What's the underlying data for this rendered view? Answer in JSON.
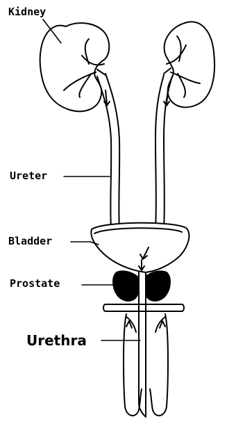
{
  "labels": {
    "kidney": "Kidney",
    "ureter": "Ureter",
    "bladder": "Bladder",
    "prostate": "Prostate",
    "urethra": "Urethra"
  },
  "colors": {
    "stroke": "#000000",
    "fill": "#ffffff",
    "prostate_fill": "#000000"
  }
}
